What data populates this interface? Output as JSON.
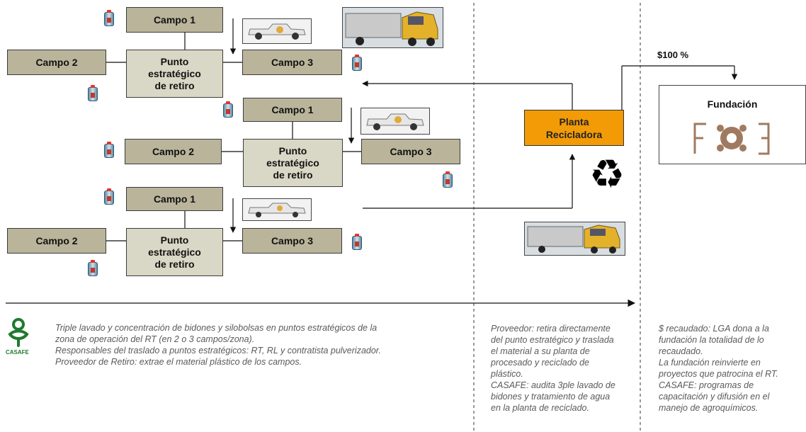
{
  "diagram": {
    "clusters": [
      {
        "campo1": "Campo 1",
        "campo2": "Campo 2",
        "campo3": "Campo 3",
        "punto": "Punto\nestratégico\nde retiro"
      },
      {
        "campo1": "Campo 1",
        "campo2": "Campo 2",
        "campo3": "Campo 3",
        "punto": "Punto\nestratégico\nde retiro"
      },
      {
        "campo1": "Campo 1",
        "campo2": "Campo 2",
        "campo3": "Campo 3",
        "punto": "Punto\nestratégico\nde retiro"
      }
    ],
    "planta": "Planta\nRecicladora",
    "money_label": "$100 %",
    "fundacion": "Fundación",
    "fundacion_logo": "FOE"
  },
  "notes": {
    "left_lines": [
      "Triple lavado y concentración de bidones y silobolsas en puntos estratégicos de la",
      "zona de operación del RT (en 2 o 3 campos/zona).",
      "Responsables del traslado a puntos estratégicos: RT, RL y contratista pulverizador.",
      "Proveedor de Retiro: extrae el material plástico de los campos."
    ],
    "middle_lines": [
      "Proveedor: retira directamente",
      "del punto estratégico y traslada",
      "el material a su planta de",
      "procesado y reciclado de",
      "plástico.",
      "CASAFE: audita 3ple lavado de",
      "bidones y tratamiento de agua",
      "en la planta de reciclado."
    ],
    "right_lines": [
      "$ recaudado: LGA dona a la",
      "fundación la totalidad de lo",
      "recaudado.",
      "La fundación reinvierte en",
      "proyectos que patrocina el RT.",
      "CASAFE: programas de",
      "capacitación y difusión en el",
      "manejo de agroquímicos."
    ]
  },
  "logo": {
    "name": "CASAFE",
    "color": "#1f7a2e"
  },
  "colors": {
    "campo": "#b9b49a",
    "punto": "#d9d7c5",
    "planta": "#f29b06",
    "fund_logo": "#a07a60"
  },
  "icons": [
    "bidon-icon",
    "pickup-truck-icon",
    "semi-truck-icon",
    "recycle-icon"
  ]
}
